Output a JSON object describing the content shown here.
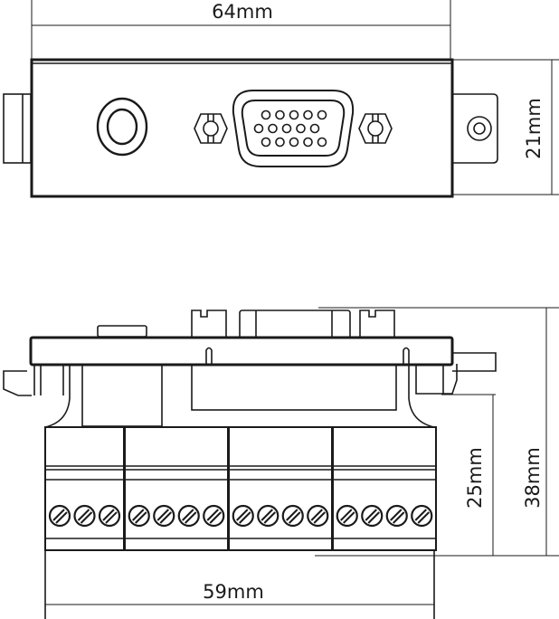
{
  "dimensions": {
    "front_width": "64mm",
    "front_height": "21mm",
    "side_depth_terminal": "25mm",
    "side_depth_total": "38mm",
    "terminal_width": "59mm"
  },
  "connectors": {
    "vga_pin_rows": [
      5,
      5,
      5
    ],
    "terminal_blocks": [
      3,
      4,
      4,
      4
    ]
  },
  "colors": {
    "line": "#1a1a1a",
    "background": "#ffffff"
  }
}
